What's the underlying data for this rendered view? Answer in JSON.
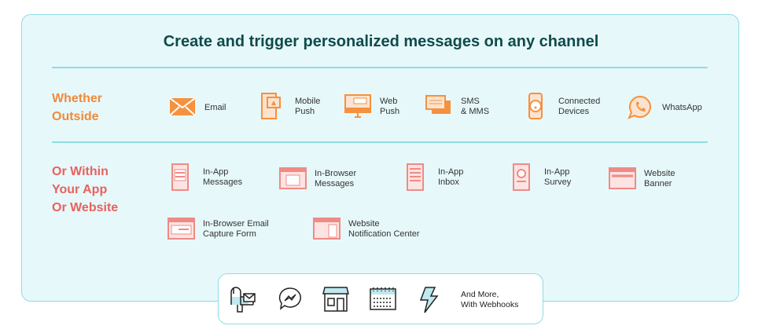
{
  "title": "Create and trigger personalized messages on any channel",
  "colors": {
    "outside": "#f08a3c",
    "within": "#e8615c",
    "title": "#0f4b4a",
    "border": "#8fdce3"
  },
  "outside": {
    "label": [
      "Whether",
      "Outside"
    ],
    "items": [
      {
        "icon": "email-icon",
        "l1": "Email",
        "l2": ""
      },
      {
        "icon": "mobile-push-icon",
        "l1": "Mobile",
        "l2": "Push"
      },
      {
        "icon": "web-push-icon",
        "l1": "Web",
        "l2": "Push"
      },
      {
        "icon": "sms-icon",
        "l1": "SMS",
        "l2": "& MMS"
      },
      {
        "icon": "smartwatch-icon",
        "l1": "Connected",
        "l2": "Devices"
      },
      {
        "icon": "whatsapp-icon",
        "l1": "WhatsApp",
        "l2": ""
      }
    ]
  },
  "within": {
    "label": [
      "Or Within",
      "Your App",
      "Or Website"
    ],
    "items": [
      {
        "icon": "in-app-messages-icon",
        "l1": "In-App",
        "l2": "Messages"
      },
      {
        "icon": "in-browser-messages-icon",
        "l1": "In-Browser",
        "l2": "Messages"
      },
      {
        "icon": "in-app-inbox-icon",
        "l1": "In-App",
        "l2": "Inbox"
      },
      {
        "icon": "in-app-survey-icon",
        "l1": "In-App",
        "l2": "Survey"
      },
      {
        "icon": "website-banner-icon",
        "l1": "Website",
        "l2": "Banner"
      },
      {
        "icon": "email-capture-form-icon",
        "l1": "In-Browser Email",
        "l2": "Capture Form"
      },
      {
        "icon": "notification-center-icon",
        "l1": "Website",
        "l2": "Notification Center"
      }
    ]
  },
  "more": {
    "l1": "And More,",
    "l2": "With Webhooks"
  }
}
